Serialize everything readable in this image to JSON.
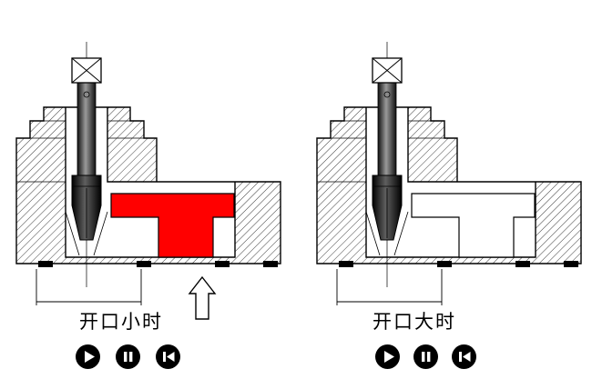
{
  "colors": {
    "background": "#ffffff",
    "outline": "#000000",
    "button_background": "#000000",
    "button_glyph": "#ffffff"
  },
  "diagrams": [
    {
      "label": "开口小时",
      "workpiece_color": "#ff0000",
      "up_arrow": true
    },
    {
      "label": "开口大时",
      "workpiece_color": "#ffffff",
      "up_arrow": false
    }
  ],
  "controls": {
    "left_group": {
      "buttons": [
        {
          "name": "play",
          "icon": "play-icon"
        },
        {
          "name": "pause",
          "icon": "pause-icon"
        },
        {
          "name": "skip_to_start",
          "icon": "skip-to-start-icon"
        }
      ]
    },
    "right_group": {
      "buttons": [
        {
          "name": "play",
          "icon": "play-icon"
        },
        {
          "name": "pause",
          "icon": "pause-icon"
        },
        {
          "name": "skip_to_start",
          "icon": "skip-to-start-icon"
        }
      ]
    }
  }
}
